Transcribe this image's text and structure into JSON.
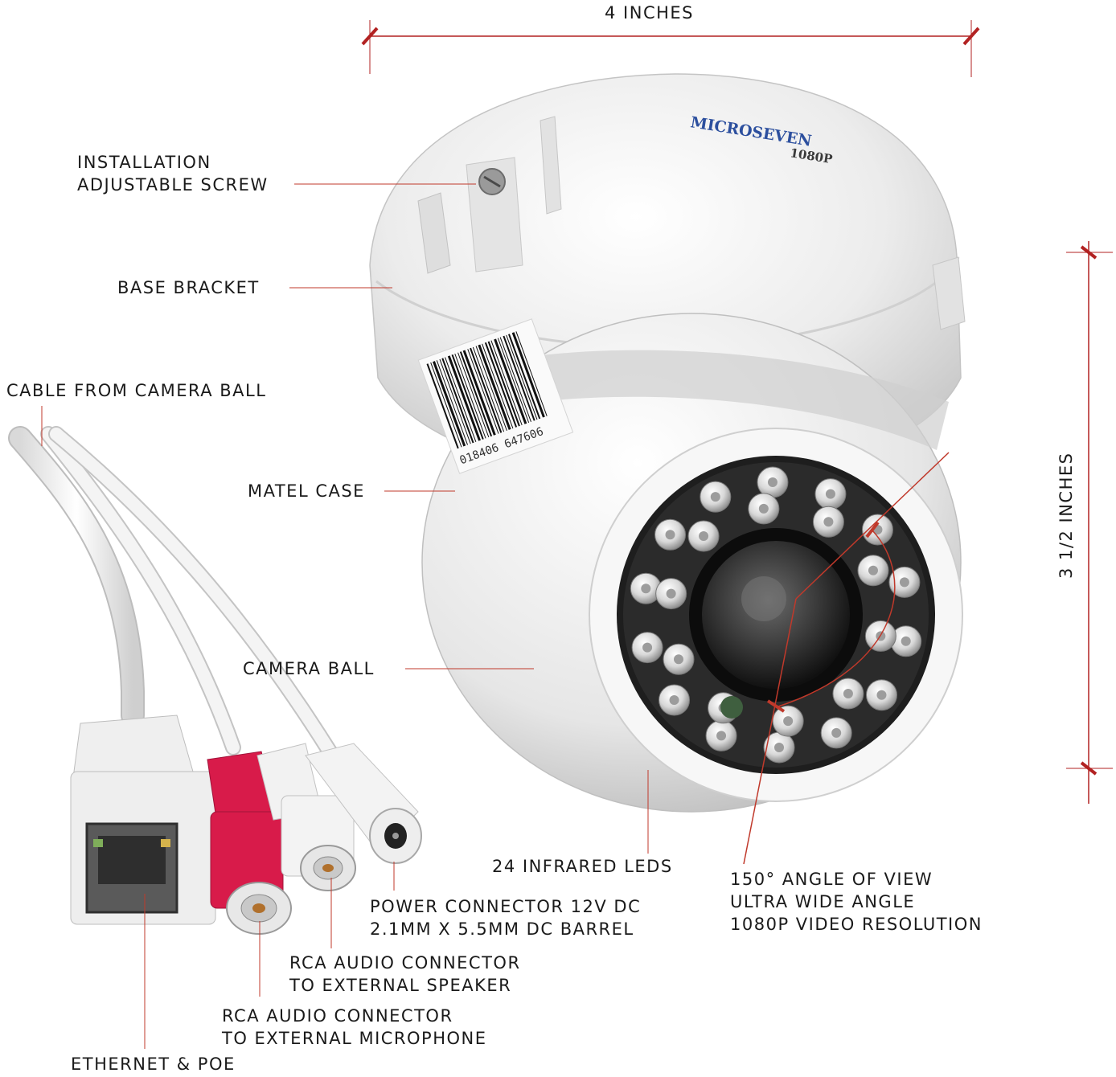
{
  "dimensions": {
    "width": "4 INCHES",
    "height": "3 1/2 INCHES"
  },
  "brand": {
    "name": "MICROSEVEN",
    "model": "1080P",
    "barcode_number": "018406 647606"
  },
  "labels": {
    "installation_screw": [
      "INSTALLATION",
      "ADJUSTABLE SCREW"
    ],
    "base_bracket": "BASE BRACKET",
    "cable": "CABLE FROM CAMERA BALL",
    "metal_case": "MATEL CASE",
    "camera_ball": "CAMERA BALL",
    "infrared_leds": "24 INFRARED LEDS",
    "angle_of_view": [
      "150° ANGLE OF VIEW",
      "ULTRA WIDE ANGLE",
      "1080P VIDEO RESOLUTION"
    ],
    "power_connector": [
      "POWER CONNECTOR 12V DC",
      "2.1MM X 5.5MM DC BARREL"
    ],
    "rca_speaker": [
      "RCA AUDIO CONNECTOR",
      "TO EXTERNAL SPEAKER"
    ],
    "rca_microphone": [
      "RCA AUDIO CONNECTOR",
      "TO EXTERNAL MICROPHONE"
    ],
    "ethernet": "ETHERNET & POE"
  },
  "colors": {
    "dimension_line": "#b22222",
    "leader_line": "#c0392b",
    "text": "#1a1a1a",
    "camera_body": "#f2f2f2",
    "brand_blue": "#2c4f9e",
    "rca_red": "#d81b4a"
  }
}
